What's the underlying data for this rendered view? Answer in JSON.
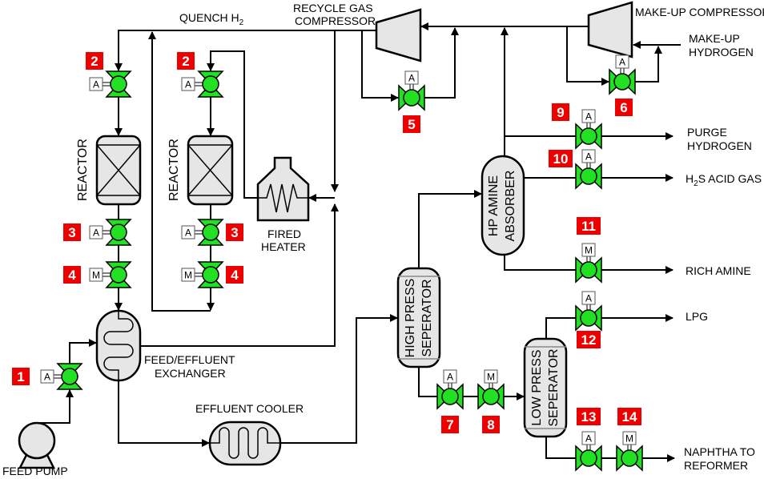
{
  "labels": {
    "quench": "QUENCH H",
    "quench_sub": "2",
    "recycle_compressor_1": "RECYCLE GAS",
    "recycle_compressor_2": "COMPRESSOR",
    "makeup_compressor": "MAKE-UP COMPRESSOR",
    "makeup_hydrogen_1": "MAKE-UP",
    "makeup_hydrogen_2": "HYDROGEN",
    "purge_hydrogen_1": "PURGE",
    "purge_hydrogen_2": "HYDROGEN",
    "h2s_pre": "H",
    "h2s_sub": "2",
    "h2s_post": "S ACID GAS",
    "rich_amine": "RICH AMINE",
    "lpg": "LPG",
    "naphtha_1": "NAPHTHA TO",
    "naphtha_2": "REFORMER",
    "reactor_1": "REACTOR",
    "reactor_2": "REACTOR",
    "fired_heater_1": "FIRED",
    "fired_heater_2": "HEATER",
    "exchanger_1": "FEED/EFFLUENT",
    "exchanger_2": "EXCHANGER",
    "effluent_cooler": "EFFLUENT COOLER",
    "feed_pump": "FEED PUMP",
    "hp_absorber_1": "HP AMINE",
    "hp_absorber_2": "ABSORBER",
    "hp_separator_1": "HIGH PRESS",
    "hp_separator_2": "SEPERATOR",
    "lp_separator_1": "LOW PRESS",
    "lp_separator_2": "SEPERATOR"
  },
  "colors": {
    "valve": "#22e022",
    "badge": "#ee0000",
    "equipment": "#e6e6e6"
  },
  "valves": [
    {
      "number": "2",
      "actuator": "A"
    },
    {
      "number": "2",
      "actuator": "A"
    },
    {
      "number": "3",
      "actuator": "A"
    },
    {
      "number": "4",
      "actuator": "M"
    },
    {
      "number": "3",
      "actuator": "A"
    },
    {
      "number": "4",
      "actuator": "M"
    },
    {
      "number": "1",
      "actuator": "A"
    },
    {
      "number": "5",
      "actuator": "A"
    },
    {
      "number": "6",
      "actuator": "A"
    },
    {
      "number": "9",
      "actuator": "A"
    },
    {
      "number": "10",
      "actuator": "A"
    },
    {
      "number": "11",
      "actuator": "M"
    },
    {
      "number": "12",
      "actuator": "A"
    },
    {
      "number": "7",
      "actuator": "A"
    },
    {
      "number": "8",
      "actuator": "M"
    },
    {
      "number": "13",
      "actuator": "A"
    },
    {
      "number": "14",
      "actuator": "M"
    }
  ]
}
